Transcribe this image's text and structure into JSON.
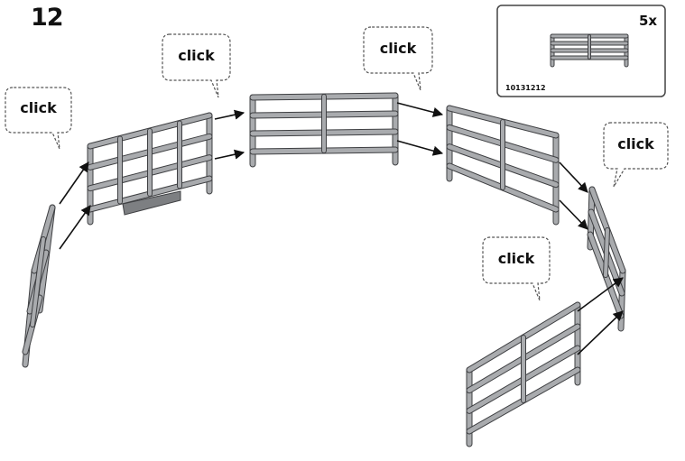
{
  "step": {
    "number": "12"
  },
  "parts_box": {
    "quantity": "5x",
    "part_number": "10131212"
  },
  "callouts": [
    "click",
    "click",
    "click",
    "click",
    "click"
  ],
  "colors": {
    "fence_fill": "#a9abae",
    "fence_stroke": "#3f4043",
    "arrow": "#111111",
    "bubble_border": "#555555"
  }
}
